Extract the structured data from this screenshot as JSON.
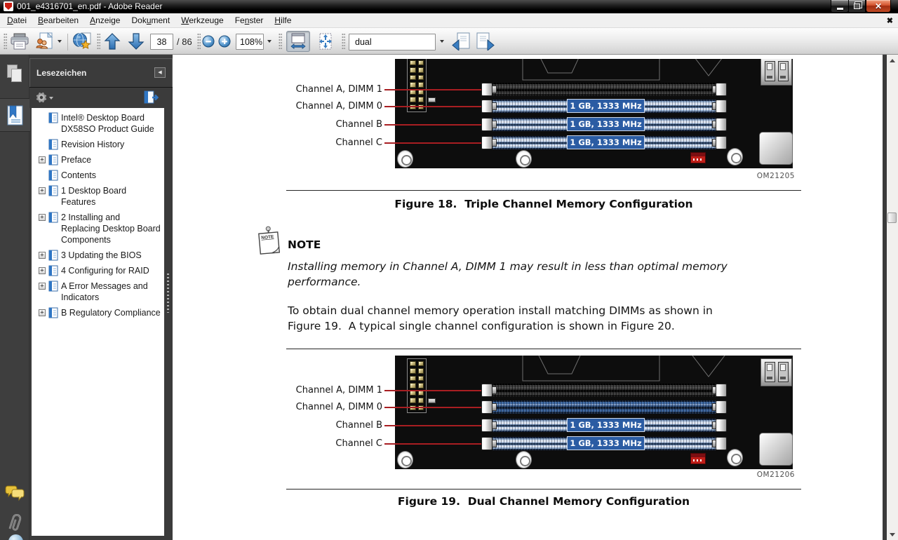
{
  "window": {
    "title": "001_e4316701_en.pdf - Adobe Reader"
  },
  "menu": {
    "items": [
      {
        "label": "Datei",
        "u": 0
      },
      {
        "label": "Bearbeiten",
        "u": 0
      },
      {
        "label": "Anzeige",
        "u": 0
      },
      {
        "label": "Dokument",
        "u": 3
      },
      {
        "label": "Werkzeuge",
        "u": 0
      },
      {
        "label": "Fenster",
        "u": 2
      },
      {
        "label": "Hilfe",
        "u": 0
      }
    ],
    "close_document_glyph": "✖"
  },
  "toolbar": {
    "page_current": "38",
    "page_total_label": "/ 86",
    "zoom_value": "108%",
    "search_value": "dual"
  },
  "sidebar": {
    "title": "Lesezeichen",
    "items": [
      {
        "label": "Intel® Desktop Board\nDX58SO Product Guide",
        "expandable": false
      },
      {
        "label": "Revision History",
        "expandable": false
      },
      {
        "label": "Preface",
        "expandable": true
      },
      {
        "label": "Contents",
        "expandable": false
      },
      {
        "label": "1 Desktop Board\nFeatures",
        "expandable": true
      },
      {
        "label": "2 Installing and\nReplacing Desktop Board\nComponents",
        "expandable": true
      },
      {
        "label": "3 Updating the BIOS",
        "expandable": true
      },
      {
        "label": "4 Configuring for RAID",
        "expandable": true
      },
      {
        "label": "A Error Messages and\nIndicators",
        "expandable": true
      },
      {
        "label": "B Regulatory Compliance",
        "expandable": true
      }
    ]
  },
  "doc": {
    "figures": [
      {
        "om": "OM21205",
        "caption": "Figure 18.  Triple Channel Memory Configuration",
        "channel_labels": [
          "Channel A, DIMM 1",
          "Channel A, DIMM 0",
          "Channel B",
          "Channel C"
        ],
        "slots": [
          {
            "type": "empty-dark"
          },
          {
            "type": "module",
            "label": "1 GB, 1333 MHz"
          },
          {
            "type": "module",
            "label": "1 GB, 1333 MHz"
          },
          {
            "type": "module",
            "label": "1 GB, 1333 MHz"
          }
        ]
      },
      {
        "om": "OM21206",
        "caption": "Figure 19.  Dual Channel Memory Configuration",
        "channel_labels": [
          "Channel A, DIMM 1",
          "Channel A, DIMM 0",
          "Channel B",
          "Channel C"
        ],
        "slots": [
          {
            "type": "empty-dark"
          },
          {
            "type": "empty-blue"
          },
          {
            "type": "module",
            "label": "1 GB, 1333 MHz"
          },
          {
            "type": "module",
            "label": "1 GB, 1333 MHz"
          }
        ]
      }
    ],
    "note_heading": "NOTE",
    "note_text": "Installing memory in Channel A, DIMM 1 may result in less than optimal memory\nperformance.",
    "body_text": "To obtain dual channel memory operation install matching DIMMs as shown in\nFigure 19.  A typical single channel configuration is shown in Figure 20."
  },
  "colors": {
    "dimm_blue": "#2b5ca3",
    "red_line": "#a81e22",
    "close_button_red": "#c14a24",
    "sidebar_gray": "#3b3b3b"
  }
}
